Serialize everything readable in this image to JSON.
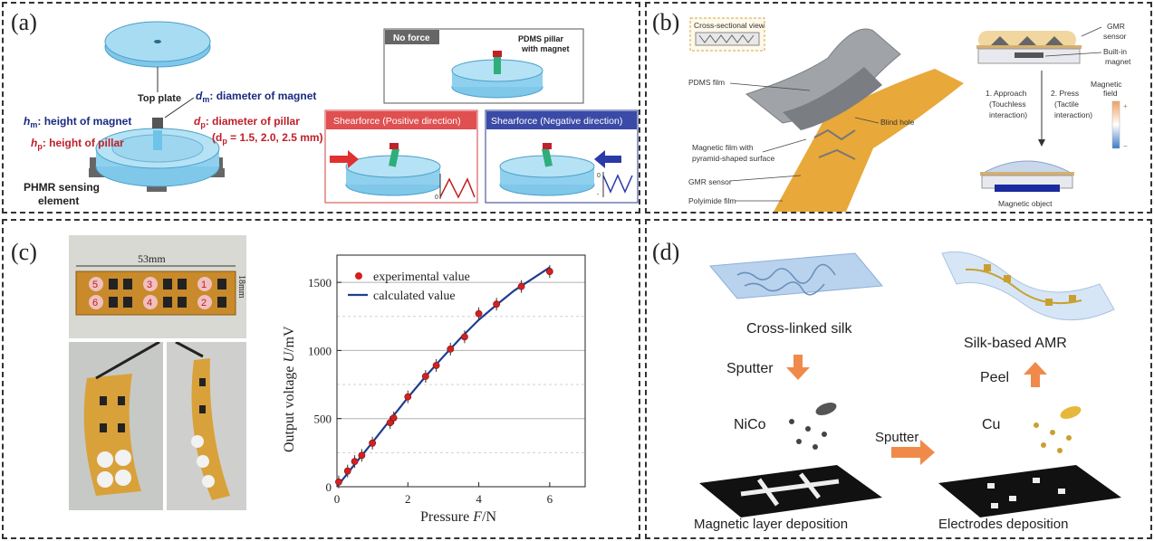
{
  "panels": {
    "a": {
      "label": "(a)",
      "top_plate": "Top plate",
      "dm_sym": "d",
      "dm_sub": "m",
      "dm_text": ": diameter of magnet",
      "hm_sym": "h",
      "hm_sub": "m",
      "hm_text": ": height of magnet",
      "dp_sym": "d",
      "dp_sub": "p",
      "dp_text": ": diameter of pillar",
      "dp_values": "(d",
      "dp_values_sub": "p",
      "dp_values_rest": " = 1.5, 2.0, 2.5 mm)",
      "hp_sym": "h",
      "hp_sub": "p",
      "hp_text": ": height of pillar",
      "element_line1": "PHMR sensing",
      "element_line2": "element",
      "no_force": "No force",
      "pillar_line1": "PDMS pillar",
      "pillar_line2": "with magnet",
      "shear_pos": "Shearforce (Positive direction)",
      "shear_neg": "Shearforce (Negative direction)",
      "zero": "0",
      "neg": "-"
    },
    "b": {
      "label": "(b)",
      "cross_section": "Cross-sectional view",
      "pdms_film": "PDMS film",
      "blind_hole": "Blind hole",
      "magnetic_film_1": "Magnetic film with",
      "magnetic_film_2": "pyramid-shaped surface",
      "gmr_sensor": "GMR sensor",
      "polyimide": "Polyimide film",
      "gmr_sensor_r1": "GMR",
      "gmr_sensor_r2": "sensor",
      "builtin_1": "Built-in",
      "builtin_2": "magnet",
      "mag_field_1": "Magnetic",
      "mag_field_2": "field",
      "plus": "+",
      "minus": "−",
      "approach_1": "1. Approach",
      "approach_2": "(Touchless",
      "approach_3": "interaction)",
      "press_1": "2. Press",
      "press_2": "(Tactile",
      "press_3": "interaction)",
      "magnetic_object": "Magnetic object"
    },
    "c": {
      "label": "(c)",
      "width_label": "53mm",
      "height_label": "18mm",
      "numbers": [
        "5",
        "3",
        "1",
        "6",
        "4",
        "2"
      ]
    },
    "d": {
      "label": "(d)",
      "cross_linked": "Cross-linked silk",
      "silk_amr": "Silk-based AMR",
      "sputter_1": "Sputter",
      "peel": "Peel",
      "nico": "NiCo",
      "cu": "Cu",
      "sputter_2": "Sputter",
      "magnetic_layer": "Magnetic layer deposition",
      "electrodes": "Electrodes deposition"
    }
  },
  "chart_data": {
    "type": "scatter",
    "xlabel": "Pressure F/N",
    "ylabel": "Output voltage U/mV",
    "xlim": [
      0,
      7
    ],
    "ylim": [
      0,
      1700
    ],
    "xticks": [
      0,
      2,
      4,
      6
    ],
    "yticks": [
      0,
      500,
      1000,
      1500
    ],
    "grid": "horizontal-dashed",
    "legend_placement": "top-left",
    "series": [
      {
        "name": "experimental value",
        "kind": "scatter",
        "color": "#d42020",
        "x": [
          0.05,
          0.3,
          0.5,
          0.7,
          1.0,
          1.5,
          1.6,
          2.0,
          2.5,
          2.8,
          3.2,
          3.6,
          4.0,
          4.5,
          5.2,
          6.0
        ],
        "y": [
          35,
          115,
          185,
          230,
          320,
          470,
          505,
          660,
          810,
          890,
          1010,
          1100,
          1270,
          1340,
          1470,
          1580
        ]
      },
      {
        "name": "calculated value",
        "kind": "line",
        "color": "#1f3d8f",
        "x": [
          0,
          0.5,
          1,
          1.5,
          2,
          2.5,
          3,
          3.5,
          4,
          4.5,
          5,
          5.5,
          6
        ],
        "y": [
          0,
          165,
          325,
          490,
          655,
          810,
          955,
          1095,
          1225,
          1335,
          1440,
          1525,
          1610
        ]
      }
    ]
  }
}
